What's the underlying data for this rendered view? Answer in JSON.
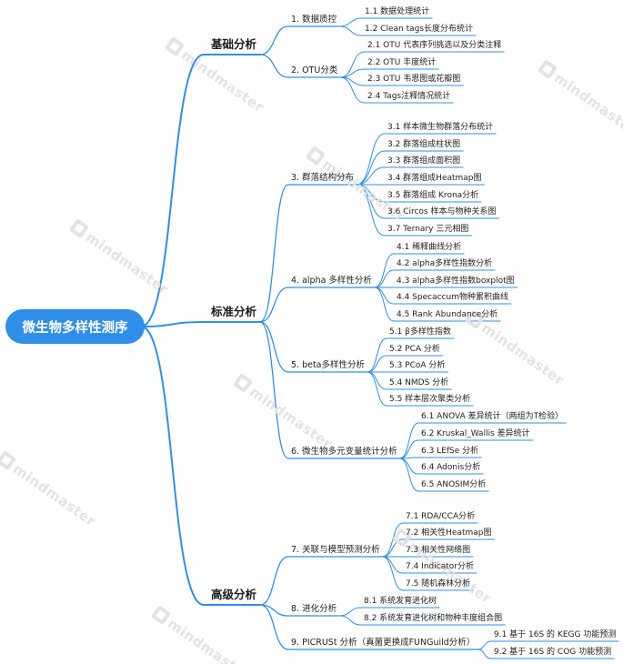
{
  "watermark": "mindmaster",
  "colors": {
    "branch": "#2f8fe8",
    "root_bg": "#2f8fe8",
    "root_text": "#ffffff"
  },
  "root": "微生物多样性测序",
  "groups": [
    {
      "label": "基础分析",
      "sections": [
        {
          "label": "1. 数据质控",
          "items": [
            "1.1 数据处理统计",
            "1.2 Clean tags长度分布统计"
          ]
        },
        {
          "label": "2. OTU分类",
          "items": [
            "2.1 OTU 代表序列挑选以及分类注释",
            "2.2 OTU 丰度统计",
            "2.3 OTU 韦恩图或花瓣图",
            "2.4 Tags注释情况统计"
          ]
        }
      ]
    },
    {
      "label": "标准分析",
      "sections": [
        {
          "label": "3. 群落结构分布",
          "items": [
            "3.1 样本微生物群落分布统计",
            "3.2 群落组成柱状图",
            "3.3 群落组成面积图",
            "3.4 群落组成Heatmap图",
            "3.5 群落组成 Krona分析",
            "3.6 Circos 样本与物种关系图",
            "3.7 Ternary 三元相图"
          ]
        },
        {
          "label": "4. alpha 多样性分析",
          "items": [
            "4.1 稀释曲线分析",
            "4.2 alpha多样性指数分析",
            "4.3 alpha多样性指数boxplot图",
            "4.4 Specaccum物种累积曲线",
            "4.5 Rank Abundance分析"
          ]
        },
        {
          "label": "5. beta多样性分析",
          "items": [
            "5.1 β多样性指数",
            "5.2 PCA 分析",
            "5.3 PCoA 分析",
            "5.4 NMDS 分析",
            "5.5 样本层次聚类分析"
          ]
        },
        {
          "label": "6. 微生物多元变量统计分析",
          "items": [
            "6.1 ANOVA 差异统计（两组为T检验）",
            "6.2 Kruskal_Wallis 差异统计",
            "6.3 LEfSe 分析",
            "6.4 Adonis分析",
            "6.5 ANOSIM分析"
          ]
        }
      ]
    },
    {
      "label": "高级分析",
      "sections": [
        {
          "label": "7. 关联与模型预测分析",
          "items": [
            "7.1 RDA/CCA分析",
            "7.2 相关性Heatmap图",
            "7.3 相关性网络图",
            "7.4 Indicator分析",
            "7.5 随机森林分析"
          ]
        },
        {
          "label": "8. 进化分析",
          "items": [
            "8.1 系统发育进化树",
            "8.2 系统发育进化树和物种丰度组合图"
          ]
        },
        {
          "label": "9. PICRUSt 分析（真菌更换成FUNGuild分析）",
          "items": [
            "9.1 基于 16S 的 KEGG 功能预测",
            "9.2 基于 16S 的 COG 功能预测"
          ]
        }
      ]
    }
  ]
}
